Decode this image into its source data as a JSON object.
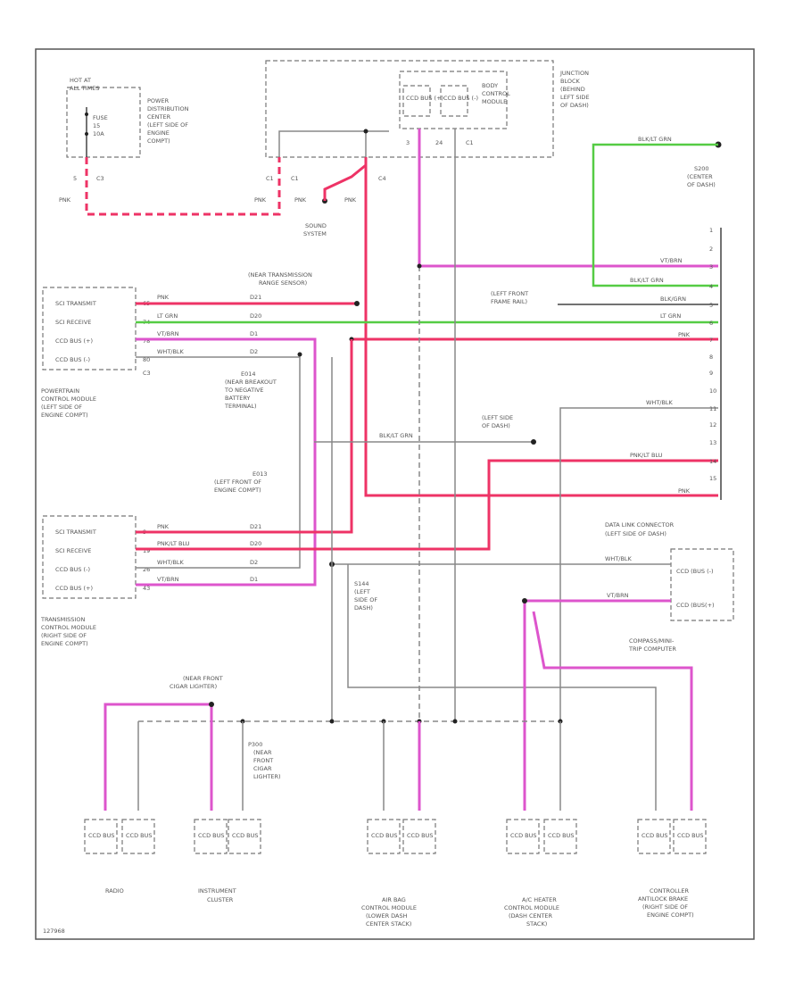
{
  "diagram": {
    "figure_id": "127968",
    "colors": {
      "pink": "#ee3366",
      "magenta": "#dd55cc",
      "green": "#55cc44",
      "gray": "#888888"
    },
    "components": {
      "pdc": {
        "hot": [
          "HOT AT",
          "ALL TIMES"
        ],
        "fuse": [
          "FUSE",
          "15",
          "10A"
        ],
        "label": [
          "POWER",
          "DISTRIBUTION",
          "CENTER",
          "(LEFT SIDE OF",
          "ENGINE",
          "COMPT)"
        ],
        "pins": [
          "5",
          "C3"
        ]
      },
      "junction": {
        "label": [
          "JUNCTION",
          "BLOCK",
          "(BEHIND",
          "LEFT SIDE",
          "OF DASH)"
        ],
        "pins": [
          "C1",
          "C1",
          "C4"
        ]
      },
      "bcm": {
        "cells": [
          "CCD BUS (+)",
          "CCD BUS (-)"
        ],
        "label": [
          "BODY",
          "CONTROL",
          "MODULE"
        ],
        "pins": [
          "3",
          "24",
          "C1"
        ]
      },
      "sound": [
        "SOUND",
        "SYSTEM"
      ],
      "s200": [
        "S200",
        "(CENTER",
        "OF DASH)"
      ],
      "pcm": {
        "rows": [
          "SCI TRANSMIT",
          "SCI RECEIVE",
          "CCD BUS (+)",
          "CCD BUS (-)"
        ],
        "pins": [
          "65",
          "74",
          "78",
          "80",
          "C3"
        ],
        "label": [
          "POWERTRAIN",
          "CONTROL MODULE",
          "(LEFT SIDE OF",
          "ENGINE COMPT)"
        ]
      },
      "tcm": {
        "rows": [
          "SCI TRANSMIT",
          "SCI RECEIVE",
          "CCD BUS (-)",
          "CCD BUS (+)"
        ],
        "pins": [
          "9",
          "19",
          "26",
          "43"
        ],
        "label": [
          "TRANSMISSION",
          "CONTROL MODULE",
          "(RIGHT SIDE OF",
          "ENGINE COMPT)"
        ]
      },
      "dlc": {
        "label": [
          "DATA LINK CONNECTOR",
          "(LEFT SIDE OF DASH)"
        ],
        "cells": [
          "CCD (BUS (-)",
          "CCD (BUS(+)"
        ]
      },
      "compass": [
        "COMPASS/MINI-",
        "TRIP COMPUTER"
      ],
      "splices": {
        "trs": [
          "(NEAR TRANSMISSION",
          "RANGE SENSOR)"
        ],
        "frame": [
          "(LEFT FRONT",
          "FRAME RAIL)"
        ],
        "e014": [
          "E014",
          "(NEAR BREAKOUT",
          "TO NEGATIVE",
          "BATTERY",
          "TERMINAL)"
        ],
        "dash": [
          "(LEFT SIDE",
          "OF DASH)"
        ],
        "e013": [
          "E013",
          "(LEFT FRONT OF",
          "ENGINE COMPT)"
        ],
        "s": [
          "S144",
          "(LEFT",
          "SIDE OF",
          "DASH)"
        ],
        "cig": [
          "(NEAR FRONT",
          "CIGAR LIGHTER)"
        ],
        "p": [
          "P300",
          "(NEAR",
          "FRONT",
          "CIGAR",
          "LIGHTER)"
        ]
      },
      "bottom": [
        {
          "id": "radio",
          "label": [
            "RADIO"
          ]
        },
        {
          "id": "cluster",
          "label": [
            "INSTRUMENT",
            "CLUSTER"
          ]
        },
        {
          "id": "airbag",
          "label": [
            "AIR BAG",
            "CONTROL MODULE",
            "(LOWER DASH",
            "CENTER STACK)"
          ]
        },
        {
          "id": "heater",
          "label": [
            "A/C HEATER",
            "CONTROL MODULE",
            "(DASH CENTER",
            "STACK)"
          ]
        },
        {
          "id": "abs",
          "label": [
            "CONTROLLER",
            "ANTILOCK BRAKE",
            "(RIGHT SIDE OF",
            "ENGINE COMPT)"
          ]
        }
      ],
      "cell": "CCD BUS"
    },
    "wires": {
      "pk": "PNK",
      "ltgrn": "LT GRN",
      "vtbrn": "VT/BRN",
      "whtblk": "WHT/BLK",
      "blkltgrn": "BLK/LT GRN",
      "pnkltblu": "PNK/LT BLU",
      "blkgrn": "BLK/GRN"
    },
    "circuits": {
      "pcm_c": [
        "D21",
        "D20",
        "D1",
        "D2"
      ],
      "tcm_c": [
        "D21",
        "D20",
        "D2",
        "D1"
      ],
      "s200_pins": [
        "1",
        "2",
        "3",
        "4",
        "5",
        "6",
        "7",
        "8",
        "9",
        "10",
        "11",
        "12",
        "13",
        "14",
        "15"
      ]
    }
  }
}
